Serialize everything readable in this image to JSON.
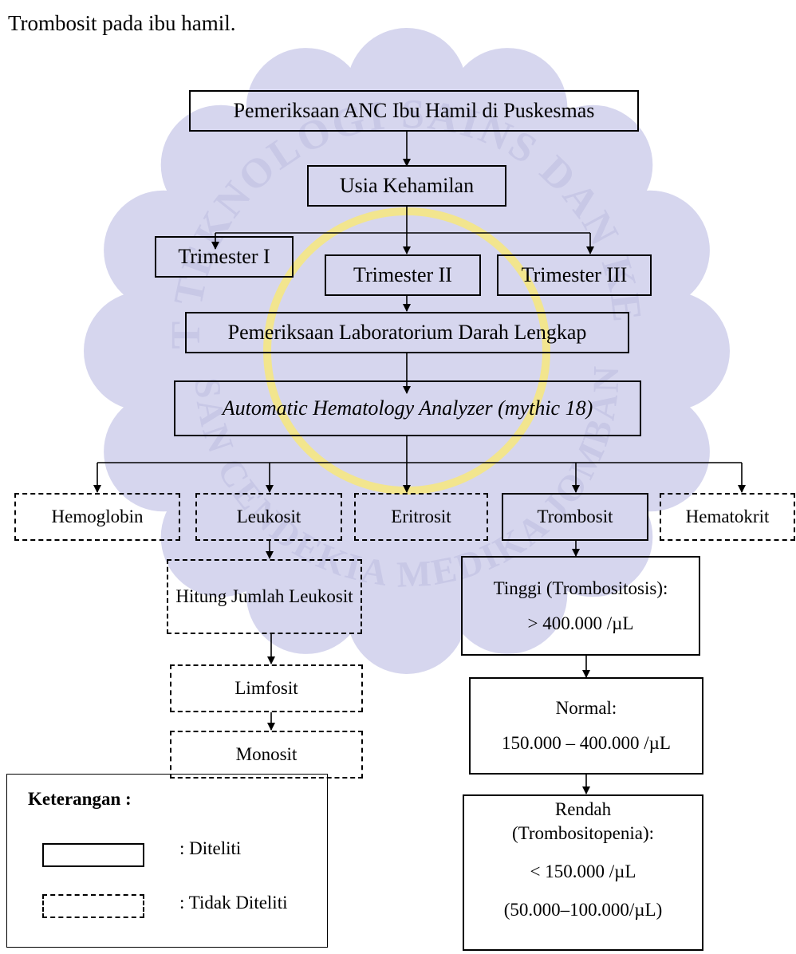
{
  "intro_text": "Trombosit pada ibu hamil.",
  "watermark": {
    "arc_top": "INSTITUT TEKNOLOGI SAINS DAN KESEHATAN",
    "arc_bottom": "INSAN CENDEKIA MEDIKA JOMBANG"
  },
  "colors": {
    "watermark_fill": "#d6d6ee",
    "watermark_arc": "#cfcfe9",
    "watermark_gold": "#f2e58e"
  },
  "nodes": {
    "anc": "Pemeriksaan ANC Ibu Hamil di Puskesmas",
    "usia": "Usia Kehamilan",
    "trim1": "Trimester I",
    "trim2": "Trimester II",
    "trim3": "Trimester III",
    "lab": "Pemeriksaan Laboratorium Darah Lengkap",
    "analyzer": "Automatic Hematology Analyzer (mythic 18)",
    "hemoglobin": "Hemoglobin",
    "leukosit": "Leukosit",
    "eritrosit": "Eritrosit",
    "trombosit": "Trombosit",
    "hematokrit": "Hematokrit",
    "hitung": "Hitung Jumlah Leukosit",
    "limfosit": "Limfosit",
    "monosit": "Monosit",
    "tinggi_label": "Tinggi (Trombositosis):",
    "tinggi_value": "> 400.000 /µL",
    "normal_label": "Normal:",
    "normal_value": "150.000 – 400.000 /µL",
    "rendah_label": "Rendah",
    "rendah_label2": "(Trombositopenia):",
    "rendah_value": "< 150.000 /µL",
    "rendah_range": "(50.000–100.000/µL)"
  },
  "legend": {
    "title": "Keterangan :",
    "solid_label": ": Diteliti",
    "dashed_label": ": Tidak Diteliti"
  }
}
